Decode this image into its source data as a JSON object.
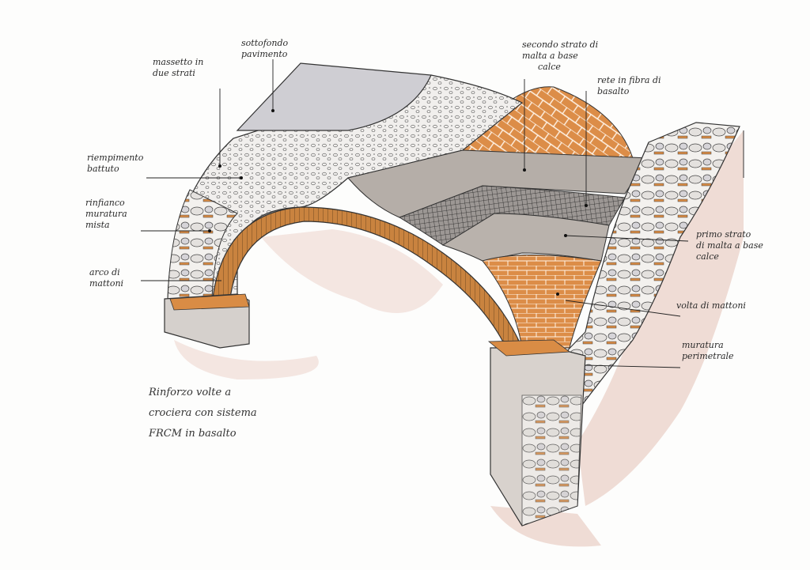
{
  "title": "Rinforzo volte a crociera con sistema FRCM in basalto",
  "caption": [
    "Rinforzo volte a",
    "crociera con sistema",
    "FRCM in basalto"
  ],
  "labels": {
    "massetto": [
      "massetto in",
      "due strati"
    ],
    "sottofondo": [
      "sottofondo",
      "pavimento"
    ],
    "secondo_strato": [
      "secondo strato di",
      "malta a base",
      "calce"
    ],
    "rete": [
      "rete in fibra di",
      "basalto"
    ],
    "riempimento": [
      "riempimento",
      "battuto"
    ],
    "rinfianco": [
      "rinfianco",
      "muratura",
      "mista"
    ],
    "arco": [
      "arco di",
      "mattoni"
    ],
    "primo_strato": [
      "primo strato",
      "di malta a base",
      "calce"
    ],
    "volta": [
      "volta di mattoni"
    ],
    "muratura": [
      "muratura",
      "perimetrale"
    ]
  },
  "colors": {
    "brick": "#d98c45",
    "mortar": "#b3aca5",
    "slab": "#c9c8cc",
    "stone": "#e9e6e2",
    "shadow": "#ecd9d3"
  }
}
